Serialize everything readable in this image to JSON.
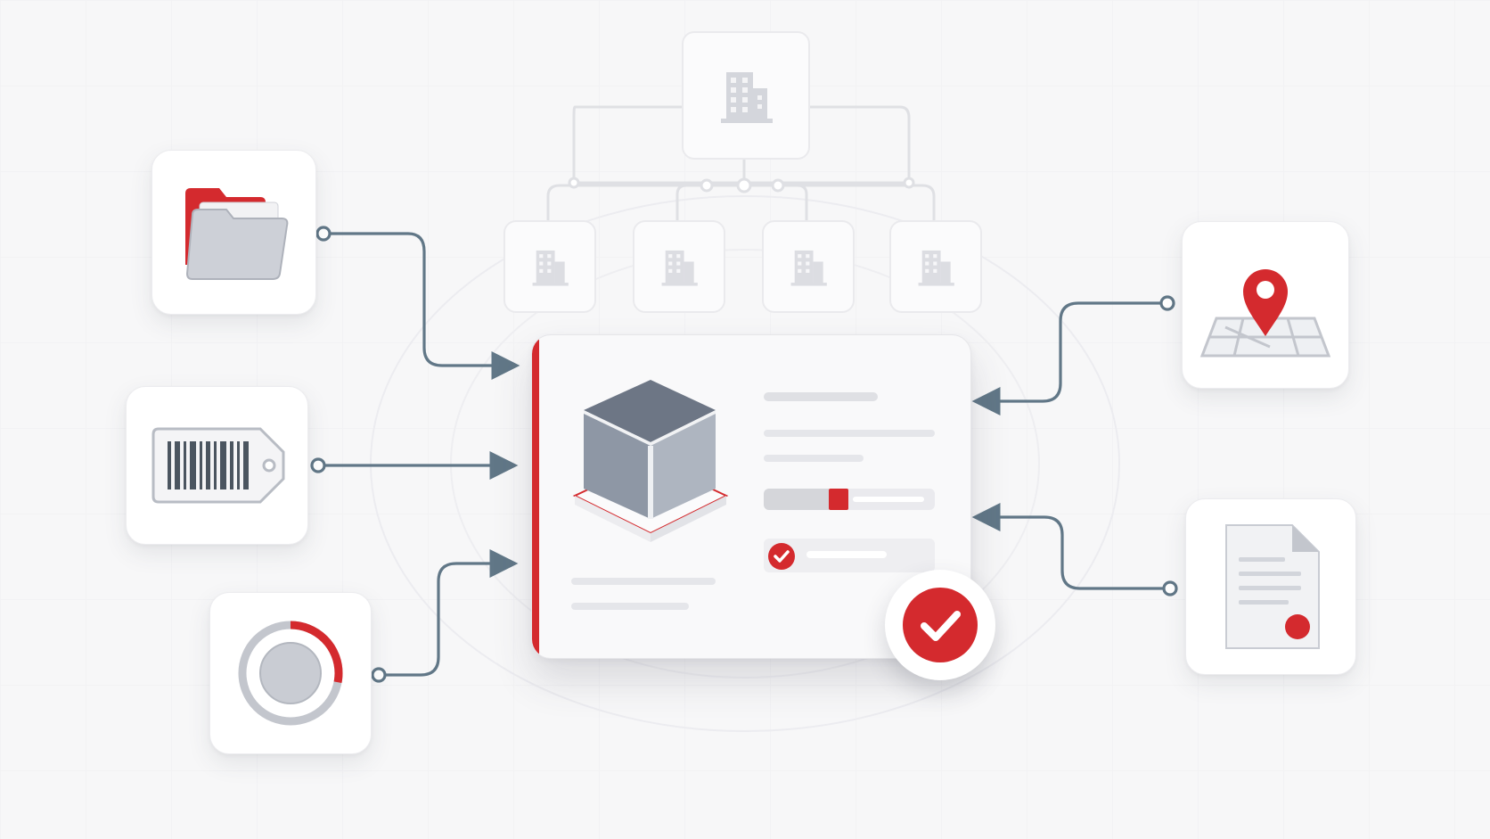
{
  "diagram": {
    "colors": {
      "accent": "#d42a2e",
      "connector": "#617787",
      "icon_gray": "#c9cbd2",
      "faint_icon": "#d9dadf",
      "background": "#f7f7f8"
    },
    "hub": {
      "icon": "cube-on-platform-icon",
      "status_icon": "check-circle-icon",
      "progress": 0.38,
      "item_checked": true
    },
    "hierarchy": {
      "root_icon": "building-icon",
      "child_icons": [
        "building-icon",
        "building-icon",
        "building-icon",
        "building-icon"
      ]
    },
    "inputs": [
      {
        "icon": "folder-icon",
        "side": "left"
      },
      {
        "icon": "barcode-tag-icon",
        "side": "left"
      },
      {
        "icon": "progress-ring-icon",
        "side": "left"
      },
      {
        "icon": "map-pin-icon",
        "side": "right"
      },
      {
        "icon": "document-icon",
        "side": "right"
      }
    ],
    "ring_progress": 0.28
  }
}
